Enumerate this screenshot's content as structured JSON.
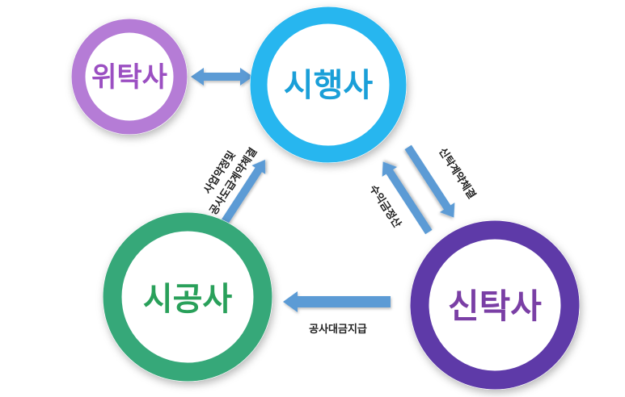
{
  "nodes": {
    "consignor": {
      "label": "위탁사",
      "ring_color": "#b57cd6",
      "text_color": "#9b4fc2"
    },
    "developer": {
      "label": "시행사",
      "ring_color": "#27b6ef",
      "text_color": "#1a9fd8"
    },
    "constructor": {
      "label": "시공사",
      "ring_color": "#36a879",
      "text_color": "#29a05a"
    },
    "trustee": {
      "label": "신탁사",
      "ring_color": "#5e3aa8",
      "text_color": "#7a3fa5"
    }
  },
  "edges": {
    "business_agreement_line1": "사업약정및",
    "business_agreement_line2": "공사도급계약체결",
    "trust_contract": "신탁계약체결",
    "profit_settlement": "수익금정산",
    "construction_payment": "공사대금지급"
  },
  "colors": {
    "arrow": "#5b9bd5"
  }
}
